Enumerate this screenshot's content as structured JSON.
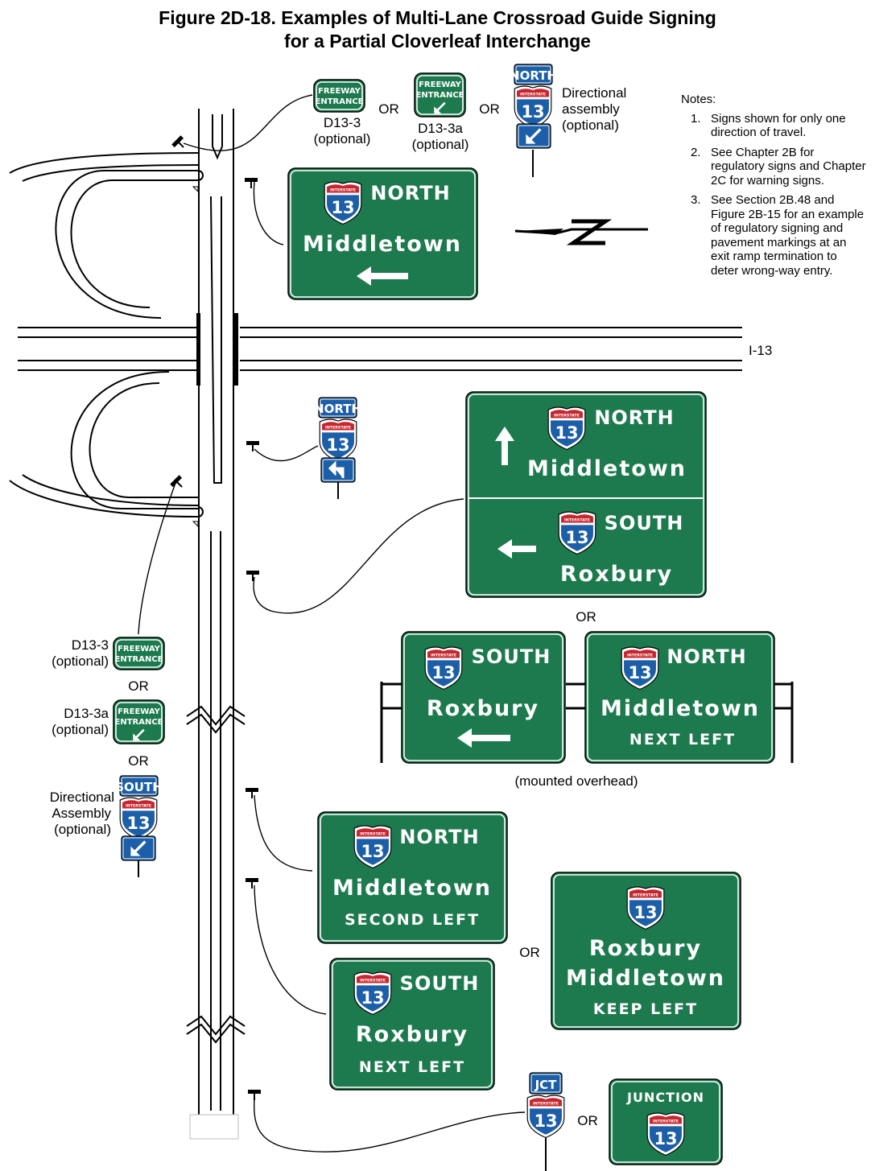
{
  "title": {
    "line1": "Figure 2D-18.  Examples of Multi-Lane Crossroad Guide Signing",
    "line2": "for a Partial Cloverleaf Interchange"
  },
  "notes": {
    "heading": "Notes:",
    "items": [
      {
        "num": "1.",
        "text": "Signs shown for only one direction of travel."
      },
      {
        "num": "2.",
        "text": "See Chapter 2B for regulatory signs and Chapter 2C for warning signs."
      },
      {
        "num": "3.",
        "text": "See Section 2B.48 and Figure 2B-15 for an example of regulatory signing and pavement markings at an exit ramp termination to deter wrong-way entry."
      }
    ]
  },
  "labels": {
    "or": "OR",
    "d13_3": "D13-3",
    "d13_3a": "D13-3a",
    "optional": "(optional)",
    "directional": "Directional",
    "assembly_lc": "assembly",
    "assembly_uc": "Assembly",
    "i13": "I-13",
    "mounted_overhead": "(mounted overhead)"
  },
  "sign_text": {
    "freeway": "FREEWAY",
    "entrance": "ENTRANCE",
    "interstate": "INTERSTATE",
    "route": "13",
    "north": "NORTH",
    "south": "SOUTH",
    "jct": "JCT",
    "junction": "JUNCTION",
    "middletown": "Middletown",
    "roxbury": "Roxbury",
    "next_left": "NEXT LEFT",
    "second_left": "SECOND LEFT",
    "keep_left": "KEEP LEFT"
  },
  "colors": {
    "guide_green": "#1d7a4e",
    "route_blue": "#1c5fa8",
    "shield_red": "#c8262e",
    "line": "#000000"
  }
}
